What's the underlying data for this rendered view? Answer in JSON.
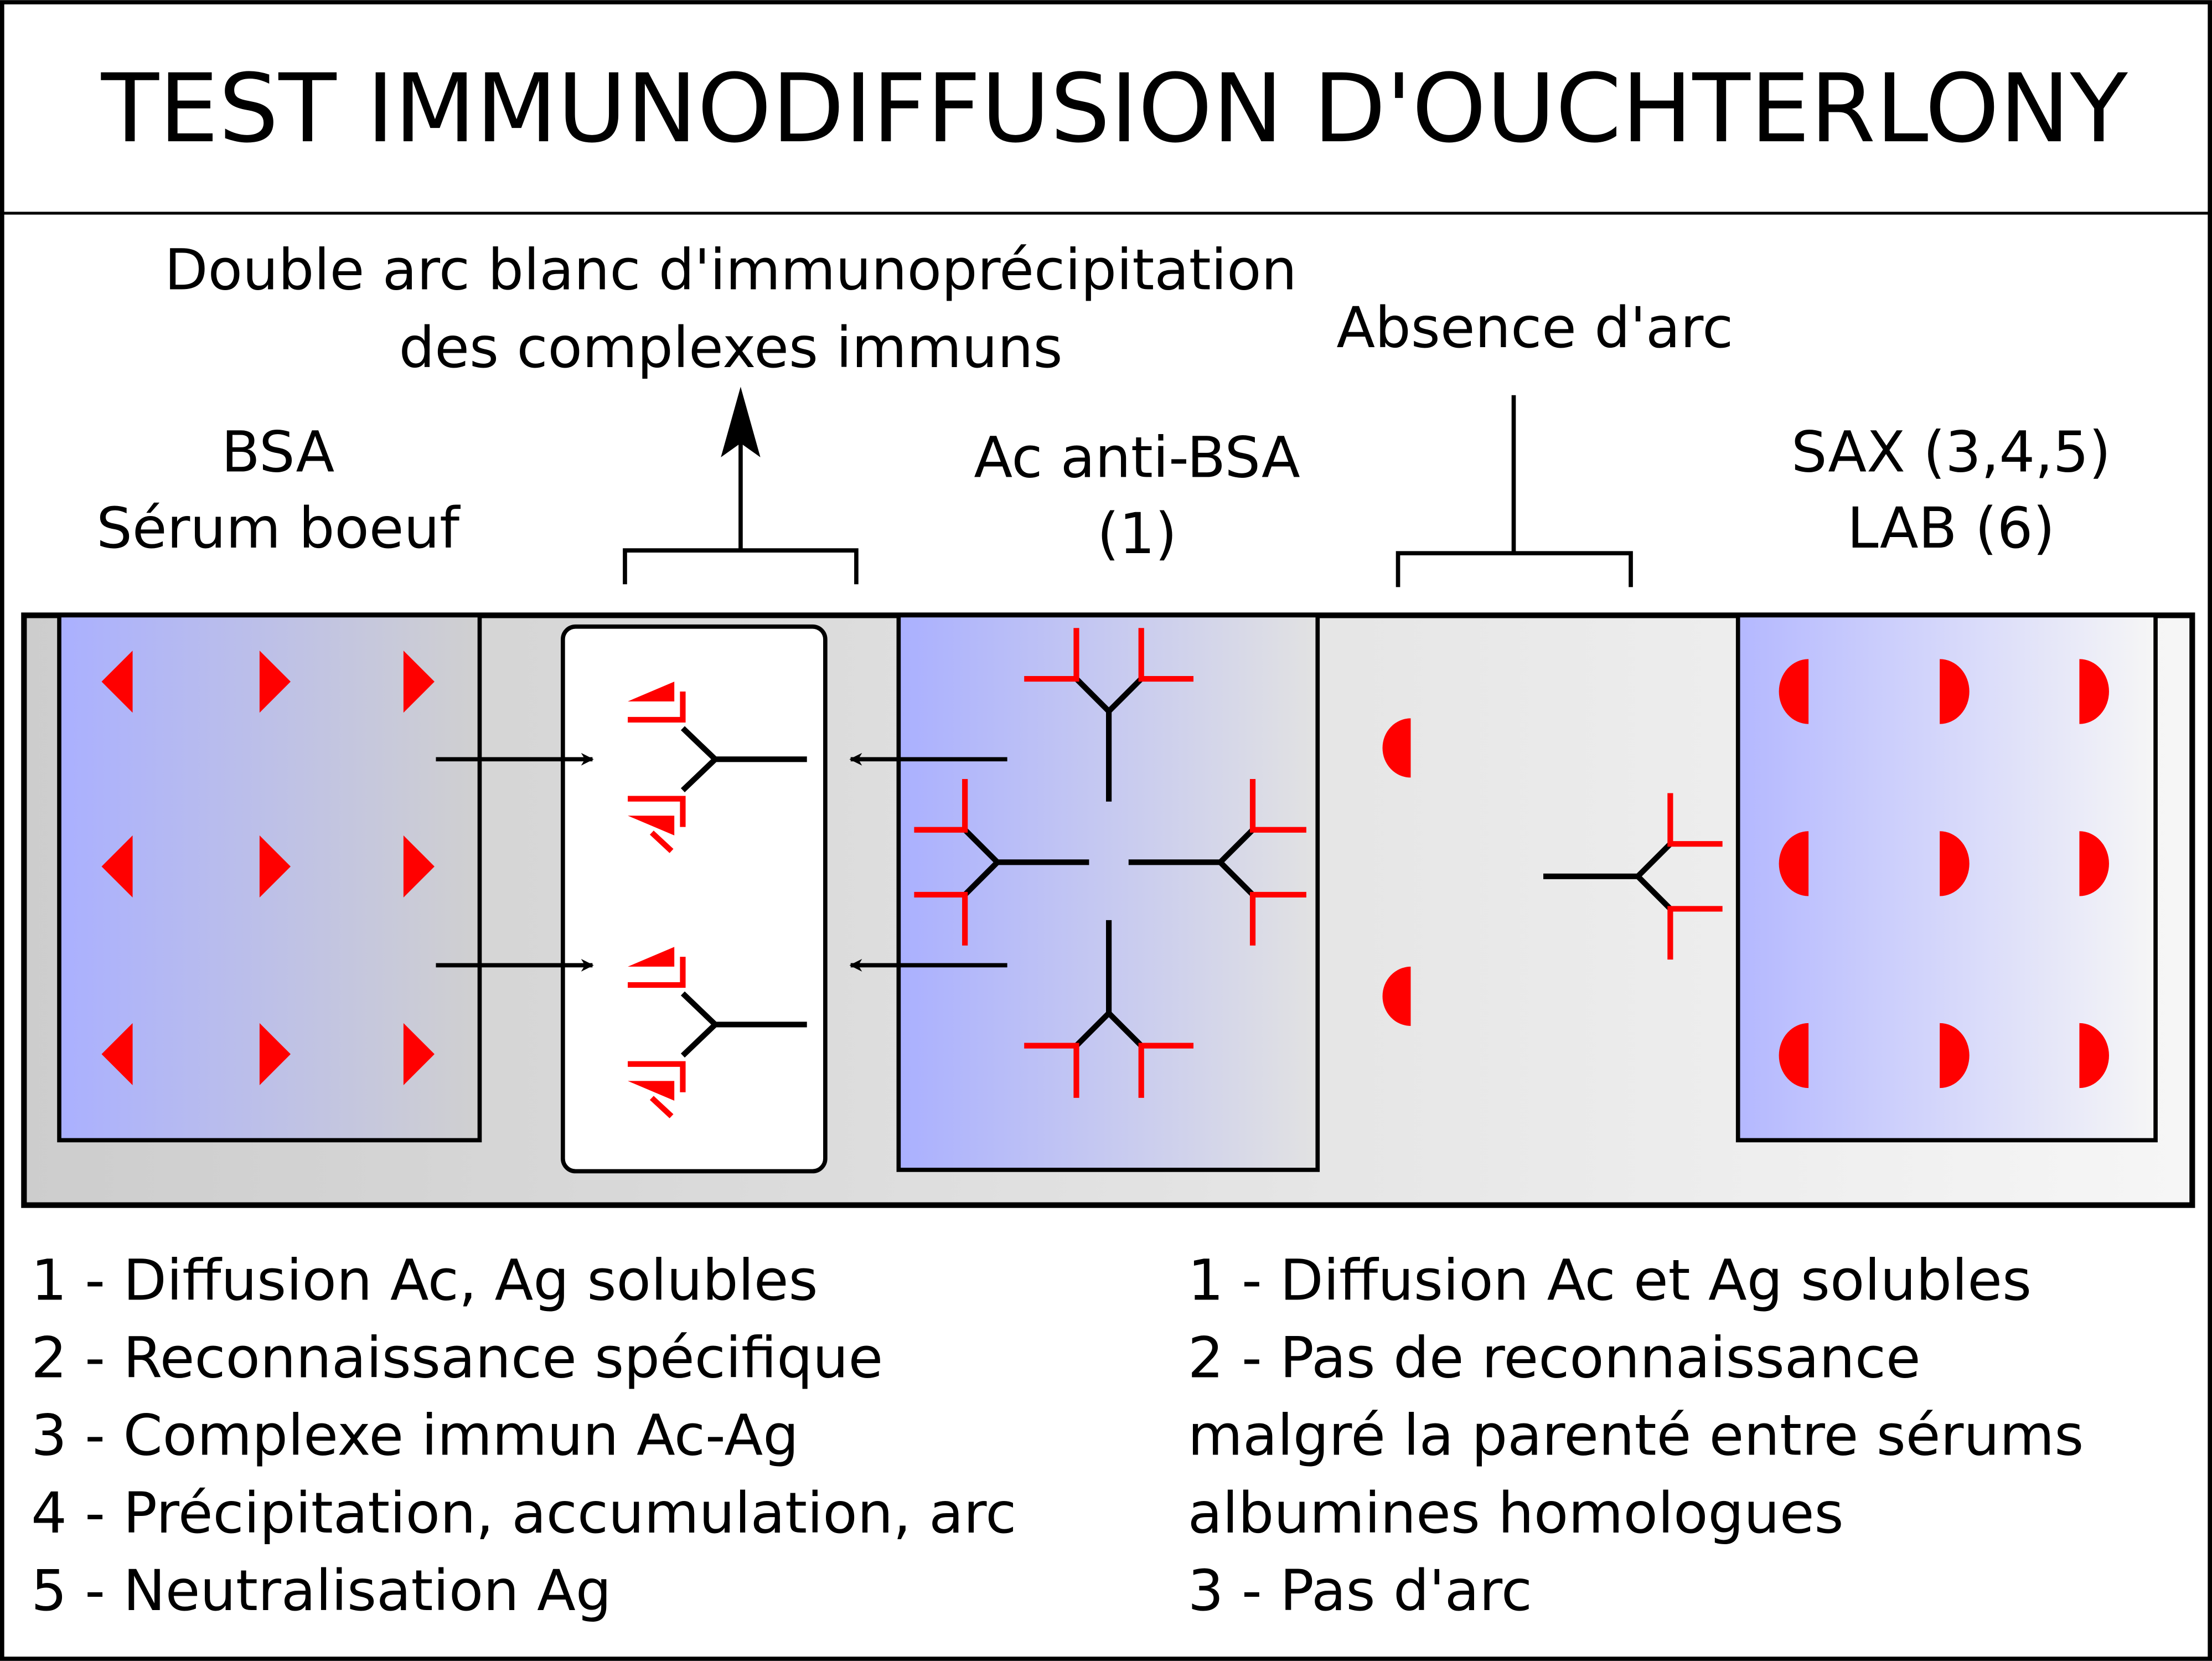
{
  "title": "TEST IMMUNODIFFUSION D'OUCHTERLONY",
  "callout_arc": {
    "line1": "Double arc blanc d'immunoprécipitation",
    "line2": "des complexes immuns"
  },
  "callout_no_arc": "Absence d'arc",
  "well_bsa": {
    "line1": "BSA",
    "line2": "Sérum boeuf"
  },
  "well_anti_bsa": {
    "line1": "Ac anti-BSA",
    "line2": "(1)"
  },
  "well_sax": {
    "line1": "SAX (3,4,5)",
    "line2": "LAB (6)"
  },
  "legend_left": [
    "1 - Diffusion Ac, Ag solubles",
    "2 - Reconnaissance spécifique",
    "3 - Complexe immun Ac-Ag",
    "4 - Précipitation, accumulation, arc",
    "5 - Neutralisation Ag"
  ],
  "legend_right": [
    "1 - Diffusion Ac et Ag solubles",
    "2 - Pas de reconnaissance",
    "malgré la parenté entre sérums",
    "albumines homologues",
    "3 - Pas d'arc"
  ],
  "colors": {
    "antigen": "#ff0000",
    "antibody_tip": "#ff0000",
    "well_fill": "#aab0ff",
    "gel": "#d2d2d2",
    "outline": "#000000"
  }
}
